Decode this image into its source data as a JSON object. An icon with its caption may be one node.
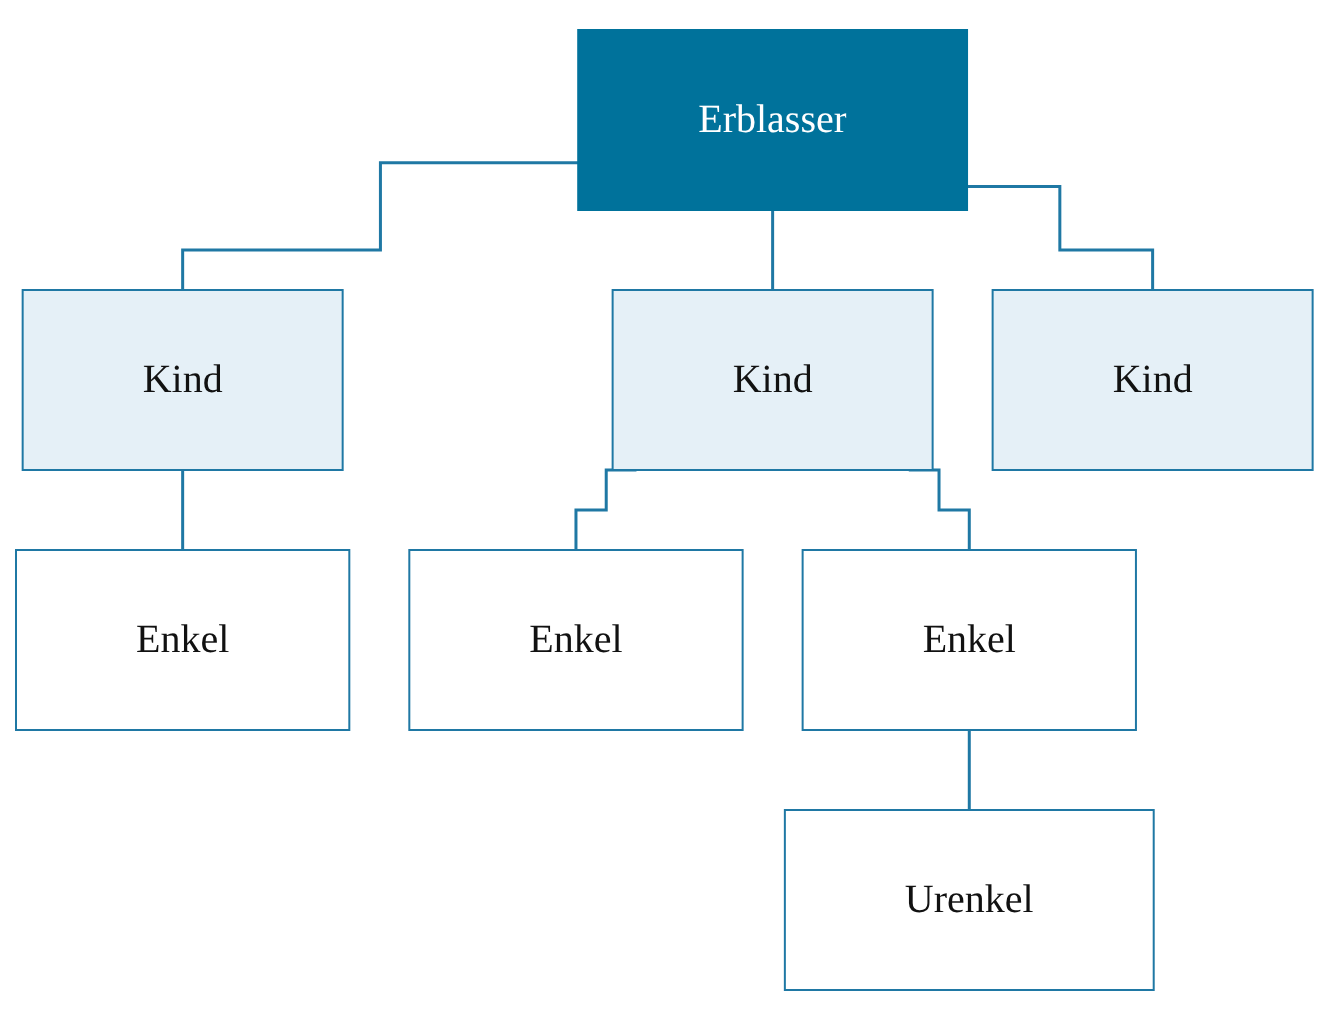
{
  "diagram": {
    "nodes": [
      {
        "text": [
          "Erblasser"
        ]
      },
      {
        "text": [
          "Kind"
        ]
      },
      {
        "text": [
          "Kind"
        ]
      },
      {
        "text": [
          "Kind"
        ]
      },
      {
        "text": [
          "Enkel"
        ]
      },
      {
        "text": [
          "Enkel"
        ]
      },
      {
        "text": [
          "Enkel"
        ]
      },
      {
        "text": [
          "Urenkel"
        ]
      }
    ],
    "edges": [
      {
        "from": 0,
        "to": 1,
        "arrow": "none"
      },
      {
        "from": 0,
        "to": 2,
        "arrow": "none"
      },
      {
        "from": 0,
        "to": 3,
        "arrow": "none"
      },
      {
        "from": 1,
        "to": 4,
        "arrow": "none"
      },
      {
        "from": 2,
        "to": 5,
        "arrow": "none"
      },
      {
        "from": 2,
        "to": 6,
        "arrow": "none"
      },
      {
        "from": 6,
        "to": 7,
        "arrow": "none"
      }
    ]
  }
}
